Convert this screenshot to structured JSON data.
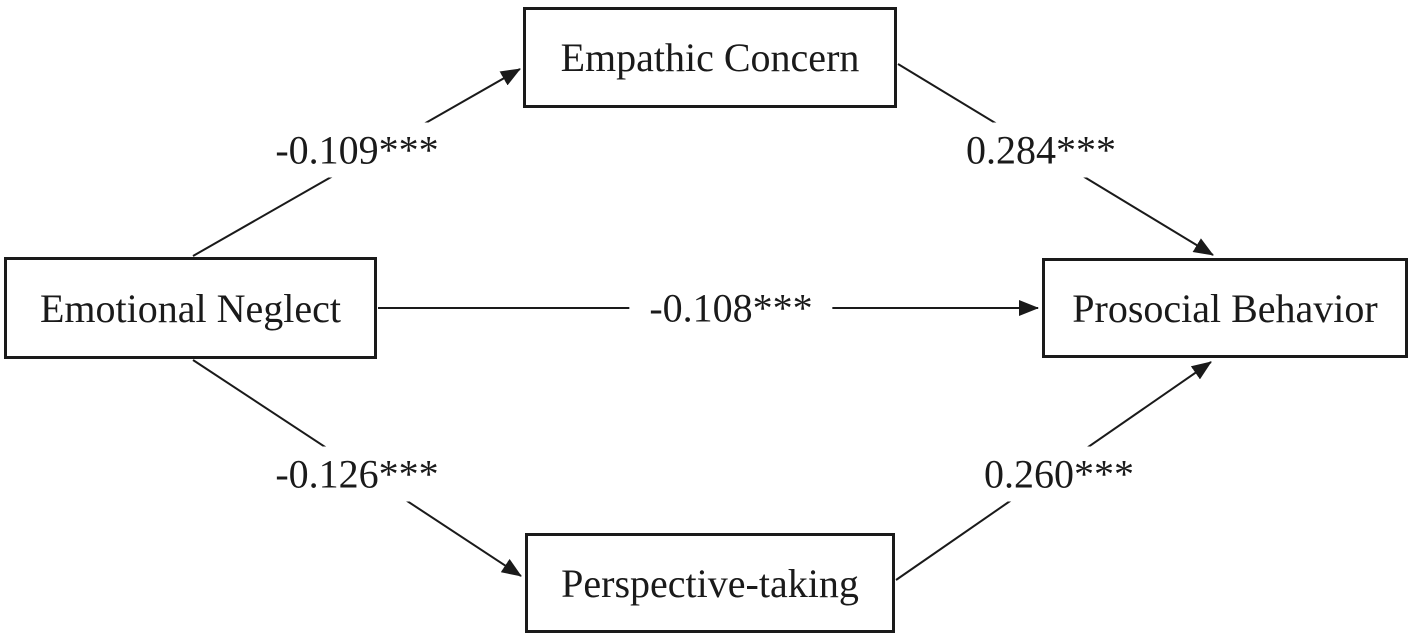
{
  "diagram": {
    "type": "mediation-path-model",
    "nodes": [
      {
        "id": "emotional-neglect",
        "label": "Emotional Neglect"
      },
      {
        "id": "empathic-concern",
        "label": "Empathic Concern"
      },
      {
        "id": "perspective-taking",
        "label": "Perspective-taking"
      },
      {
        "id": "prosocial-behavior",
        "label": "Prosocial Behavior"
      }
    ],
    "paths": [
      {
        "from": "Emotional Neglect",
        "to": "Empathic Concern",
        "coefficient": "-0.109***"
      },
      {
        "from": "Empathic Concern",
        "to": "Prosocial Behavior",
        "coefficient": "0.284***"
      },
      {
        "from": "Emotional Neglect",
        "to": "Prosocial Behavior",
        "coefficient": "-0.108***"
      },
      {
        "from": "Emotional Neglect",
        "to": "Perspective-taking",
        "coefficient": "-0.126***"
      },
      {
        "from": "Perspective-taking",
        "to": "Prosocial Behavior",
        "coefficient": "0.260***"
      }
    ],
    "colors": {
      "background": "#ffffff",
      "line": "#1a1a1a",
      "box_border": "#1a1a1a",
      "text": "#1a1a1a"
    }
  }
}
